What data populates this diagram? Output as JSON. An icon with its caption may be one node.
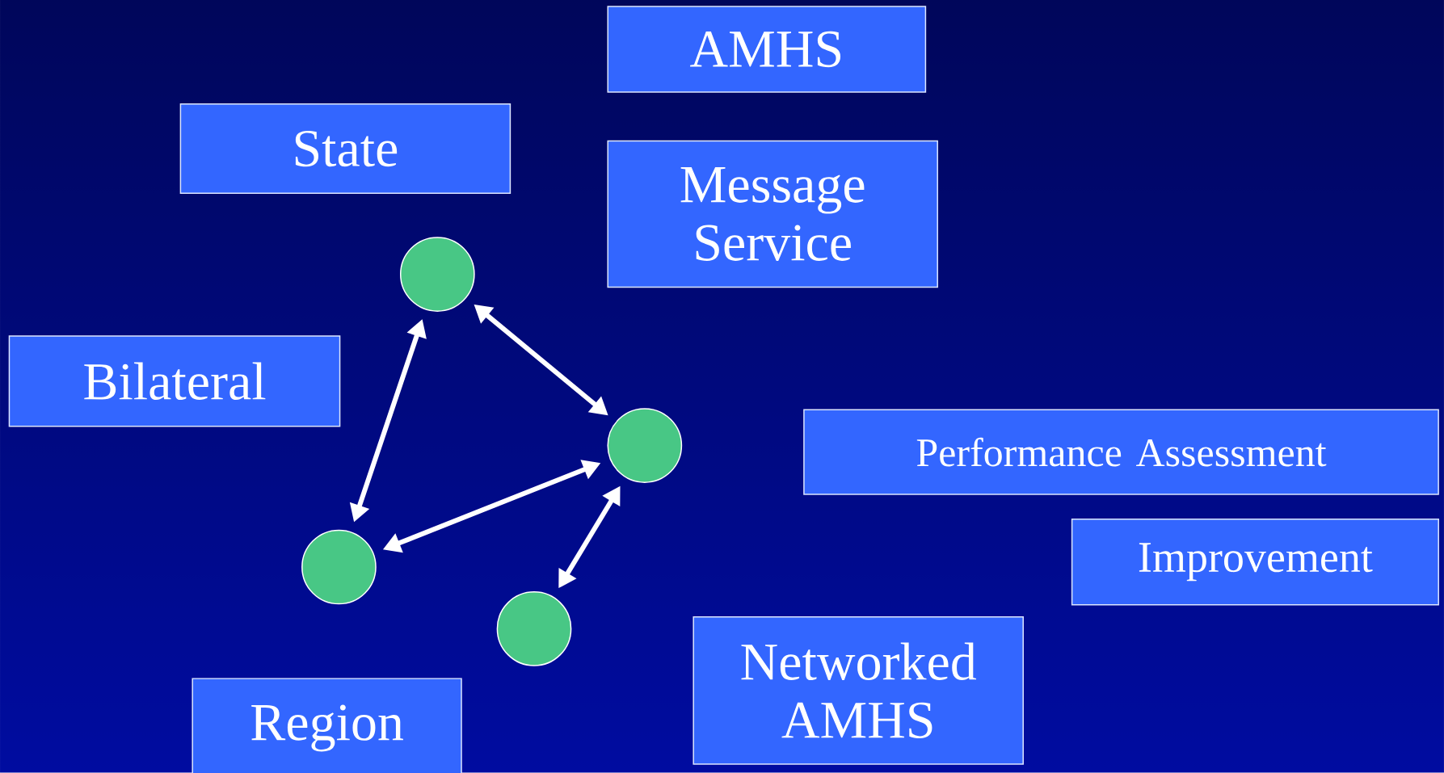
{
  "diagram": {
    "nodes": [
      {
        "text": [
          "AMHS"
        ]
      },
      {
        "text": [
          "State"
        ]
      },
      {
        "text": [
          "Message Service"
        ]
      },
      {
        "text": [],
        "shape": "circle"
      },
      {
        "text": [
          "Bilateral"
        ]
      },
      {
        "text": [],
        "shape": "circle"
      },
      {
        "text": [
          "Performance Assessment"
        ]
      },
      {
        "text": [
          "Improvement"
        ]
      },
      {
        "text": [],
        "shape": "circle"
      },
      {
        "text": [],
        "shape": "circle"
      },
      {
        "text": [
          "Networked AMHS"
        ]
      },
      {
        "text": [
          "Region"
        ]
      }
    ],
    "edges": [
      {
        "from": 3,
        "to": 5,
        "arrow": "both"
      },
      {
        "from": 3,
        "to": 8,
        "arrow": "both"
      },
      {
        "from": 5,
        "to": 8,
        "arrow": "both"
      },
      {
        "from": 5,
        "to": 9,
        "arrow": "both"
      }
    ]
  }
}
